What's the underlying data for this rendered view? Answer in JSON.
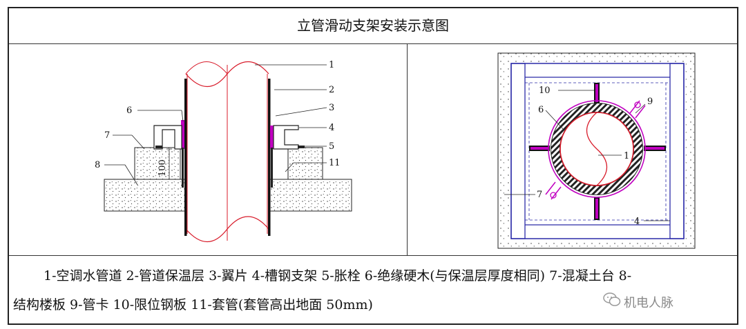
{
  "title": "立管滑动支架安装示意图",
  "left_diagram": {
    "callouts": [
      "1",
      "2",
      "3",
      "4",
      "5",
      "6",
      "7",
      "8",
      "11"
    ],
    "dimension": "100"
  },
  "right_diagram": {
    "callouts": [
      "10",
      "6",
      "9",
      "1",
      "7",
      "4"
    ]
  },
  "legend": {
    "line1": "1-空调水管道 2-管道保温层 3-翼片 4-槽钢支架 5-胀栓 6-绝缘硬木(与保温层厚度相同) 7-混凝土台 8-",
    "line2": "结构楼板 9-管卡  10-限位钢板  11-套管(套管高出地面 50mm)"
  },
  "watermark": "机电人脉",
  "colors": {
    "pipe_outline": "#d81b2a",
    "insulation": "#111111",
    "flange": "#c000c0",
    "channel_steel": "#2a2aa8",
    "concrete": "#333333"
  },
  "icons": {
    "watermark_icon": "wechat-icon"
  }
}
